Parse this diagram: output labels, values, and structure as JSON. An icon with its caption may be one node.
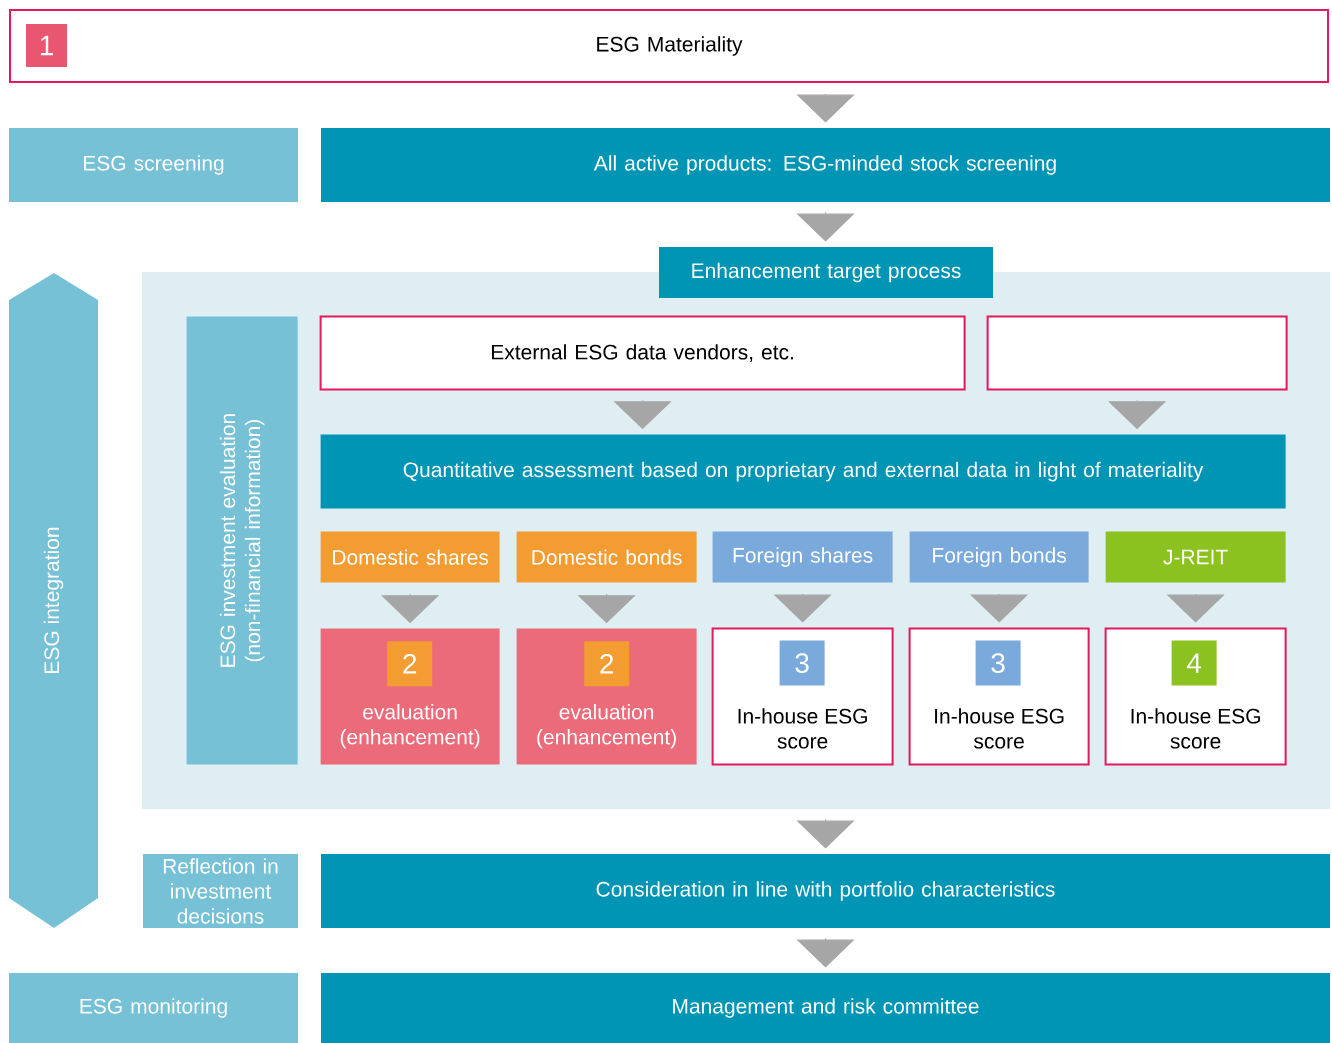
{
  "diagram": {
    "nodes": [
      {
        "text": [
          "ESG Materiality"
        ]
      },
      {
        "text": [
          "1"
        ],
        "in": 0
      },
      {
        "text": [
          "ESG screening"
        ]
      },
      {
        "text": [
          "All active products: ESG-minded stock screening"
        ]
      },
      {
        "text": [
          "ESG integration"
        ]
      },
      {
        "text": [],
        "shape": "box"
      },
      {
        "text": [
          "Enhancement target process"
        ]
      },
      {
        "text": [
          "ESG investment evaluation (non-financial information)"
        ],
        "in": 5
      },
      {
        "text": [
          "External ESG data vendors, etc."
        ],
        "in": 5
      },
      {
        "text": [],
        "shape": "box",
        "in": 5
      },
      {
        "text": [
          "Quantitative assessment based on proprietary and external data in light of materiality"
        ],
        "in": 5
      },
      {
        "text": [
          "Domestic shares"
        ],
        "in": 5
      },
      {
        "text": [
          "Domestic bonds"
        ],
        "in": 5
      },
      {
        "text": [
          "Foreign shares"
        ],
        "in": 5
      },
      {
        "text": [
          "Foreign bonds"
        ],
        "in": 5
      },
      {
        "text": [
          "J-REIT"
        ],
        "in": 5
      },
      {
        "text": [
          "evaluation (enhancement)"
        ],
        "in": 5
      },
      {
        "text": [
          "2"
        ],
        "in": 16
      },
      {
        "text": [
          "evaluation (enhancement)"
        ],
        "in": 5
      },
      {
        "text": [
          "2"
        ],
        "in": 18
      },
      {
        "text": [
          "In-house ESG score"
        ],
        "in": 5
      },
      {
        "text": [
          "3"
        ],
        "in": 20
      },
      {
        "text": [
          "In-house ESG score"
        ],
        "in": 5
      },
      {
        "text": [
          "3"
        ],
        "in": 22
      },
      {
        "text": [
          "In-house ESG score"
        ],
        "in": 5
      },
      {
        "text": [
          "4"
        ],
        "in": 24
      },
      {
        "text": [
          "Reflection in investment decisions"
        ]
      },
      {
        "text": [
          "Consideration in line with portfolio characteristics"
        ]
      },
      {
        "text": [
          "ESG monitoring"
        ]
      },
      {
        "text": [
          "Management and risk committee"
        ]
      }
    ],
    "edges": [
      {
        "from": 0,
        "to": 3,
        "arrow": "to"
      },
      {
        "from": 3,
        "to": 6,
        "arrow": "to"
      },
      {
        "from": 8,
        "to": 10,
        "arrow": "to"
      },
      {
        "from": 9,
        "to": 10,
        "arrow": "to"
      },
      {
        "from": 11,
        "to": 16,
        "arrow": "to"
      },
      {
        "from": 12,
        "to": 18,
        "arrow": "to"
      },
      {
        "from": 13,
        "to": 20,
        "arrow": "to"
      },
      {
        "from": 14,
        "to": 22,
        "arrow": "to"
      },
      {
        "from": 15,
        "to": 24,
        "arrow": "to"
      },
      {
        "from": 5,
        "to": 27,
        "arrow": "to"
      },
      {
        "from": 27,
        "to": 29,
        "arrow": "to"
      }
    ]
  }
}
